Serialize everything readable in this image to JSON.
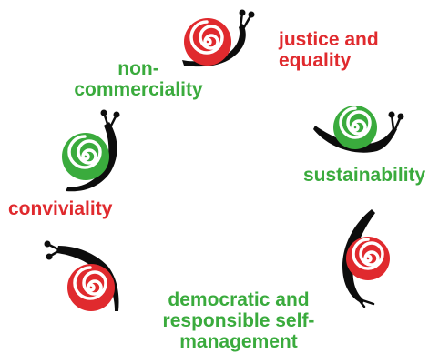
{
  "colors": {
    "red": "#e02a2e",
    "green": "#3aab3d",
    "body": "#0d0d0d",
    "spiral": "#ffffff"
  },
  "principles": [
    {
      "id": "justice",
      "lines": [
        "justice and",
        "equality"
      ],
      "color": "red",
      "shell": "red"
    },
    {
      "id": "sustainability",
      "lines": [
        "sustainability"
      ],
      "color": "green",
      "shell": "green"
    },
    {
      "id": "selfmanagement",
      "lines": [
        "democratic and",
        "responsible self-",
        "management"
      ],
      "color": "green",
      "shell": "red"
    },
    {
      "id": "conviviality",
      "lines": [
        "conviviality"
      ],
      "color": "red",
      "shell": "red"
    },
    {
      "id": "noncommerciality",
      "lines": [
        "non-",
        "commerciality"
      ],
      "color": "green",
      "shell": "green"
    }
  ],
  "icons": [
    "snail-icon"
  ]
}
